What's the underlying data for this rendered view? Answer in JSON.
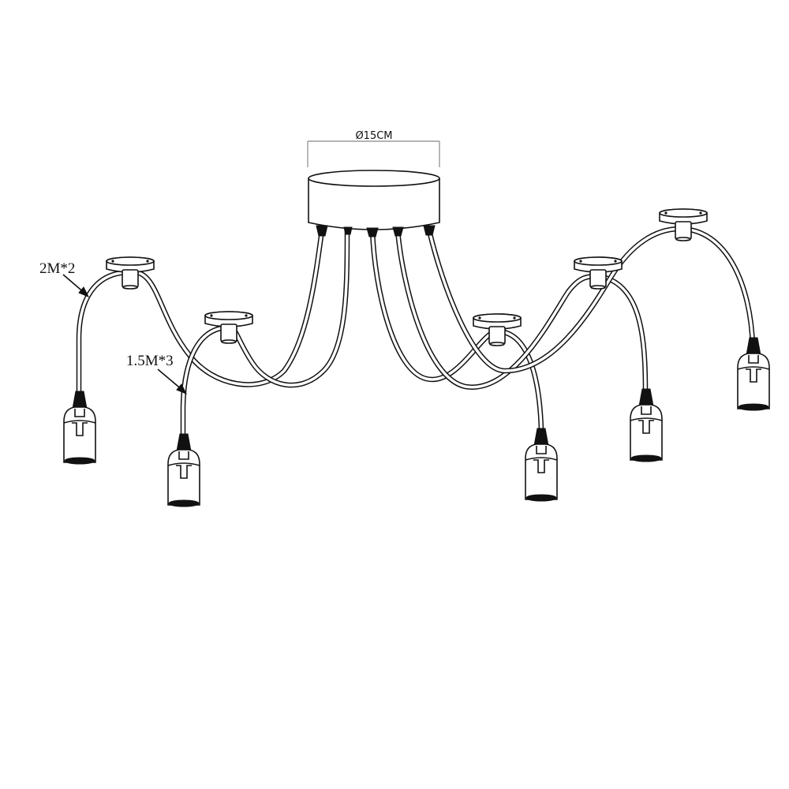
{
  "diagram": {
    "title": "5-light spider pendant dimension drawing",
    "colors": {
      "line": "#111111",
      "background": "#ffffff",
      "dimension_line": "#888888"
    },
    "canopy": {
      "dimension_label": "Ø15CM",
      "cable_exits": 5
    },
    "annotations": [
      {
        "id": "long-cable",
        "text": "2M*2"
      },
      {
        "id": "short-cable",
        "text": "1.5M*3"
      }
    ],
    "hooks": [
      {
        "id": "hook-1",
        "position": "far-left"
      },
      {
        "id": "hook-2",
        "position": "center-left"
      },
      {
        "id": "hook-3",
        "position": "center-right"
      },
      {
        "id": "hook-4",
        "position": "right"
      },
      {
        "id": "hook-5",
        "position": "far-right"
      }
    ],
    "sockets": [
      {
        "id": "socket-1",
        "cable": "2M"
      },
      {
        "id": "socket-2",
        "cable": "1.5M"
      },
      {
        "id": "socket-3",
        "cable": "1.5M"
      },
      {
        "id": "socket-4",
        "cable": "1.5M"
      },
      {
        "id": "socket-5",
        "cable": "2M"
      }
    ]
  }
}
